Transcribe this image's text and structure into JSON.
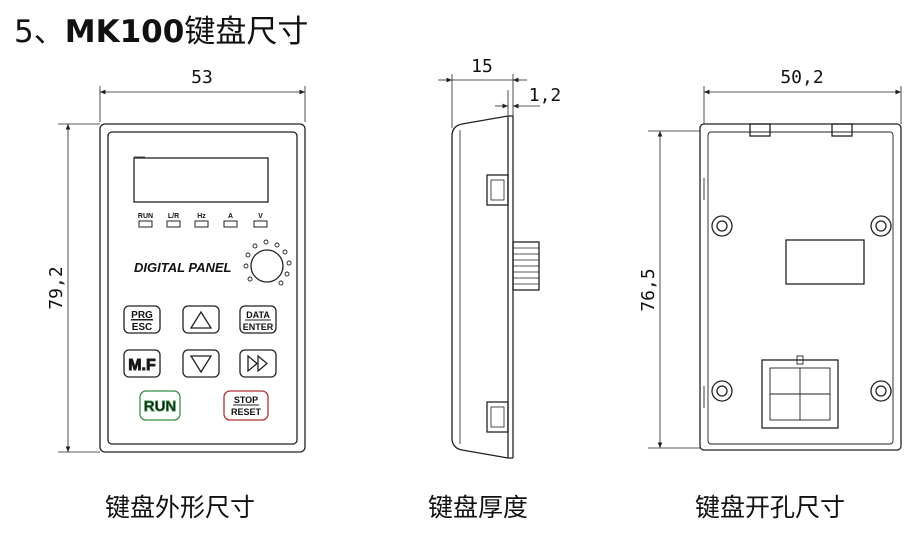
{
  "title": {
    "prefix": "5、",
    "bold": "MK100",
    "suffix": "键盘尺寸"
  },
  "front_view": {
    "width_dim": "53",
    "height_dim": "79,2",
    "indicators": [
      "RUN",
      "L/R",
      "Hz",
      "A",
      "V"
    ],
    "panel_label": "DIGITAL PANEL",
    "keys": {
      "prg": "PRG",
      "esc": "ESC",
      "data": "DATA",
      "enter": "ENTER",
      "mf": "M.F",
      "run": "RUN",
      "stop": "STOP",
      "reset": "RESET"
    },
    "caption": "键盘外形尺寸"
  },
  "side_view": {
    "depth_dim": "15",
    "flange_dim": "1,2",
    "caption": "键盘厚度"
  },
  "back_view": {
    "width_dim": "50,2",
    "height_dim": "76,5",
    "caption": "键盘开孔尺寸"
  },
  "colors": {
    "line": "#222222",
    "run_key": "#3a8a4a",
    "stop_key": "#b03030"
  }
}
